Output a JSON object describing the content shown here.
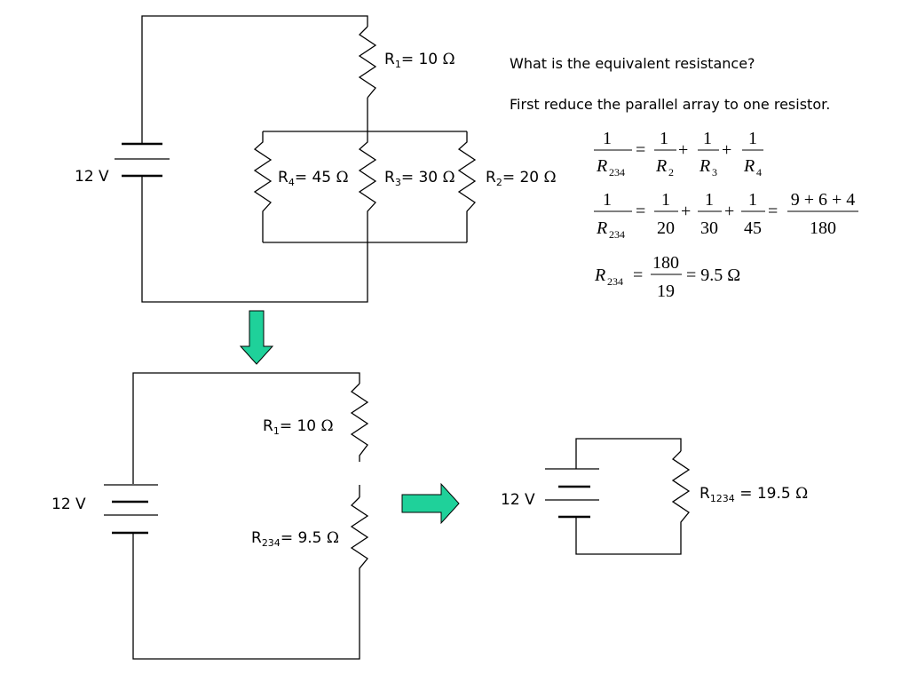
{
  "top_circuit": {
    "battery": "12 V",
    "r1": {
      "prefix": "R",
      "sub": "1",
      "rest": "= 10 ",
      "unit": "Ω"
    },
    "r4": {
      "prefix": "R",
      "sub": "4",
      "rest": "= 45 ",
      "unit": "Ω"
    },
    "r3": {
      "prefix": "R",
      "sub": "3",
      "rest": "= 30 ",
      "unit": "Ω"
    },
    "r2": {
      "prefix": "R",
      "sub": "2",
      "rest": "= 20 ",
      "unit": "Ω"
    }
  },
  "question": "What is the equivalent resistance?",
  "instruction": "First reduce the parallel array to one resistor.",
  "eq1": {
    "num": "1",
    "R": "R",
    "s234": "234",
    "s2": "2",
    "s3": "3",
    "s4": "4",
    "eq": "=",
    "plus": "+"
  },
  "eq2": {
    "one": "1",
    "d1": "20",
    "d2": "30",
    "d3": "45",
    "num": "9 + 6 + 4",
    "den": "180"
  },
  "eq3": {
    "num": "180",
    "den": "19",
    "result": "= 9.5 Ω"
  },
  "middle_circuit": {
    "battery": "12 V",
    "r1": {
      "prefix": "R",
      "sub": "1",
      "rest": "= 10 ",
      "unit": "Ω"
    },
    "r234": {
      "prefix": "R",
      "sub": "234",
      "rest": "= 9.5 ",
      "unit": "Ω"
    }
  },
  "final_circuit": {
    "battery": "12 V",
    "r1234": {
      "prefix": "R",
      "sub": "1234",
      "rest": " = 19.5 ",
      "unit": "Ω"
    }
  },
  "arrow_color": "#1fd19a"
}
